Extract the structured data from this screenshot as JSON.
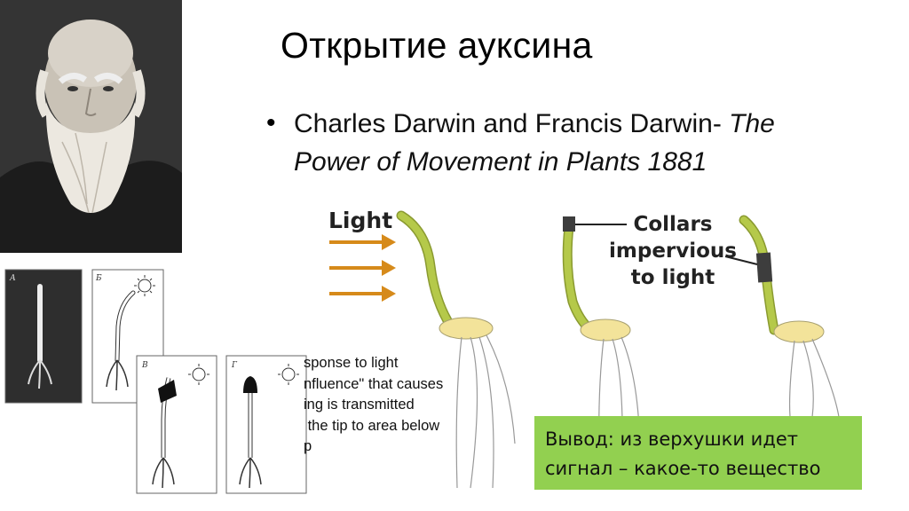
{
  "slide": {
    "title": "Открытие ауксина",
    "bullet": {
      "plain": "Charles Darwin and Francis Darwin- ",
      "italic_1": "The",
      "italic_2": "Power of Movement in Plants 1881"
    }
  },
  "figure": {
    "light_label": "Light",
    "collars_label": [
      "Collars",
      "impervious",
      "to light"
    ],
    "response_text": "sponse to light\nnfluence\" that causes\ning is transmitted\n the tip to area below\np",
    "panel_letters": [
      "А",
      "Б",
      "В",
      "Г"
    ]
  },
  "conclusion": {
    "line1": "Вывод: из верхушки идет",
    "line2": "сигнал – какое-то вещество"
  },
  "colors": {
    "stem": "#b5c94a",
    "seed": "#f3e39a",
    "arrow": "#d68a1a",
    "conclusion_bg": "#92d050"
  }
}
